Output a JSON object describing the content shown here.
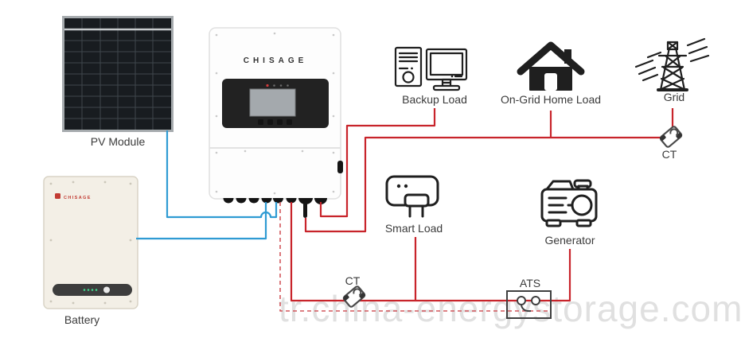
{
  "watermark": "tr.china-energystorage.com",
  "nodes": {
    "pv_module": {
      "label": "PV Module"
    },
    "battery": {
      "label": "Battery",
      "brand": "CHISAGE"
    },
    "inverter": {
      "brand": "CHISAGE"
    },
    "backup_load": {
      "label": "Backup Load"
    },
    "on_grid_home_load": {
      "label": "On-Grid Home Load"
    },
    "grid": {
      "label": "Grid"
    },
    "ct_grid": {
      "label": "CT"
    },
    "smart_load": {
      "label": "Smart Load"
    },
    "generator": {
      "label": "Generator"
    },
    "ct_load": {
      "label": "CT"
    },
    "ats": {
      "label": "ATS"
    }
  },
  "colors": {
    "ac_wire": "#c8242b",
    "dc_wire": "#2f9bd3",
    "dashed_wire": "#d2565c",
    "icon_ink": "#1f1f1f",
    "watermark": "#d9d9d9"
  }
}
